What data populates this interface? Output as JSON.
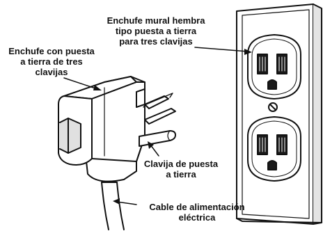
{
  "labels": {
    "plug": "Enchufe con puesta\na tierra de tres\nclavijas",
    "outlet": "Enchufe mural hembra\ntipo puesta a tierra\npara tres clavijas",
    "ground_pin": "Clavija de puesta\na tierra",
    "power_cord": "Cable de alimentación\neléctrica"
  },
  "colors": {
    "ink": "#111111",
    "background": "#ffffff"
  }
}
